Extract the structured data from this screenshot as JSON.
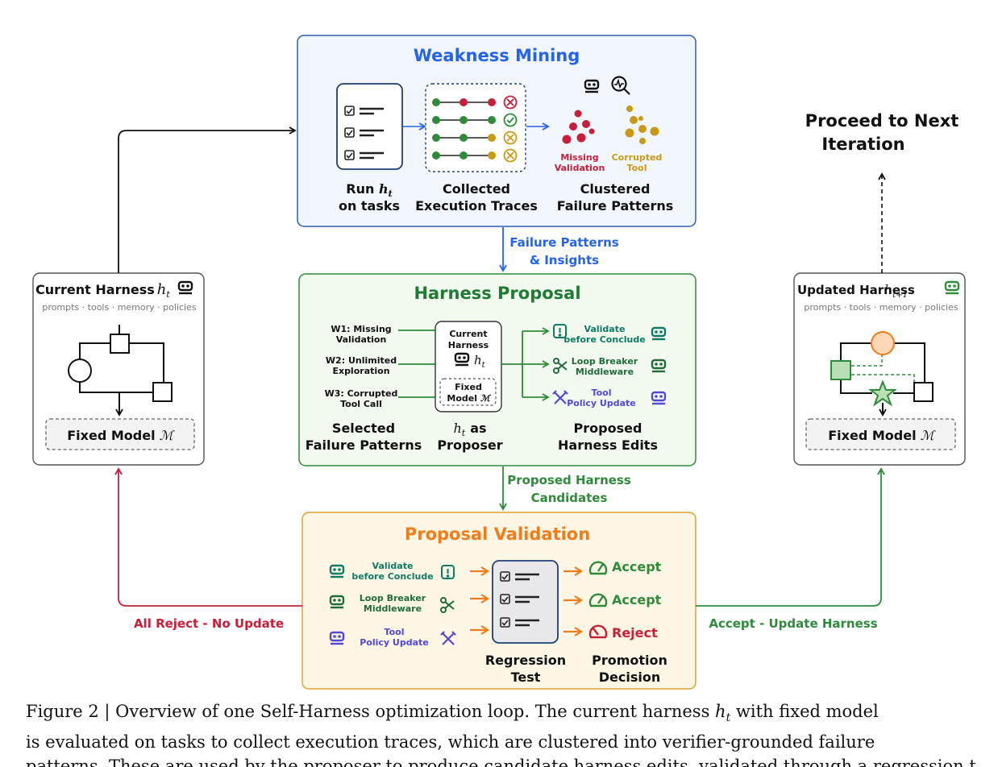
{
  "weakness_mining": {
    "title": "Weakness Mining",
    "run_label": "Run",
    "run_math": "h",
    "run_sub": "t",
    "run_label_2": "on tasks",
    "traces_label_1": "Collected",
    "traces_label_2": "Execution Traces",
    "clusters_label_1": "Clustered",
    "clusters_label_2": "Failure Patterns",
    "cluster_a_1": "Missing",
    "cluster_a_2": "Validation",
    "cluster_b_1": "Corrupted",
    "cluster_b_2": "Tool"
  },
  "arrow_failure_patterns": {
    "line1": "Failure Patterns",
    "line2": "& Insights"
  },
  "harness_proposal": {
    "title": "Harness Proposal",
    "w1_1": "W1: Missing",
    "w1_2": "Validation",
    "w2_1": "W2: Unlimited",
    "w2_2": "Exploration",
    "w3_1": "W3: Corrupted",
    "w3_2": "Tool Call",
    "proposer_1": "Current",
    "proposer_2": "Harness",
    "proposer_math": "h",
    "proposer_sub": "t",
    "fixed_1": "Fixed",
    "fixed_2": "Model",
    "fixed_math": "ℳ",
    "edit1_1": "Validate",
    "edit1_2": "before Conclude",
    "edit2_1": "Loop Breaker",
    "edit2_2": "Middleware",
    "edit3_1": "Tool",
    "edit3_2": "Policy Update",
    "sel_1": "Selected",
    "sel_2": "Failure Patterns",
    "as_math": "h",
    "as_sub": "t",
    "as_1": "as",
    "as_2": "Proposer",
    "edits_1": "Proposed",
    "edits_2": "Harness Edits"
  },
  "arrow_candidates": {
    "line1": "Proposed Harness",
    "line2": "Candidates"
  },
  "proposal_validation": {
    "title": "Proposal Validation",
    "c1_1": "Validate",
    "c1_2": "before Conclude",
    "c2_1": "Loop Breaker",
    "c2_2": "Middleware",
    "c3_1": "Tool",
    "c3_2": "Policy Update",
    "d1": "Accept",
    "d2": "Accept",
    "d3": "Reject",
    "reg_1": "Regression",
    "reg_2": "Test",
    "prom_1": "Promotion",
    "prom_2": "Decision"
  },
  "current_harness": {
    "title": "Current Harness",
    "math": "h",
    "sub": "t",
    "subtitle": "prompts · tools · memory · policies",
    "fixed_model": "Fixed Model",
    "fixed_math": "ℳ"
  },
  "updated_harness": {
    "title": "Updated Harness",
    "math": "h",
    "sub": "t+1",
    "subtitle": "prompts · tools · memory · policies",
    "fixed_model": "Fixed Model",
    "fixed_math": "ℳ"
  },
  "next_iteration": {
    "line1": "Proceed to Next",
    "line2": "Iteration"
  },
  "all_reject": "All Reject - No Update",
  "accept_update": "Accept - Update Harness",
  "caption": {
    "line1_a": "Figure 2 | Overview of one Self-Harness optimization loop. The current harness ",
    "line1_math": "h",
    "line1_sub": "t",
    "line1_b": " with fixed model",
    "line2": "is evaluated on tasks to collect execution traces, which are clustered into verifier-grounded failure",
    "line3": "patterns. These are used by the proposer to produce candidate harness edits, validated through a regression test"
  },
  "colors": {
    "blue": "#2563eb",
    "green": "#2e8b3a",
    "orange": "#f07d1a",
    "red": "#c81e3a",
    "teal": "#0f7a63",
    "purple": "#5148d8",
    "gold": "#c99a16"
  }
}
